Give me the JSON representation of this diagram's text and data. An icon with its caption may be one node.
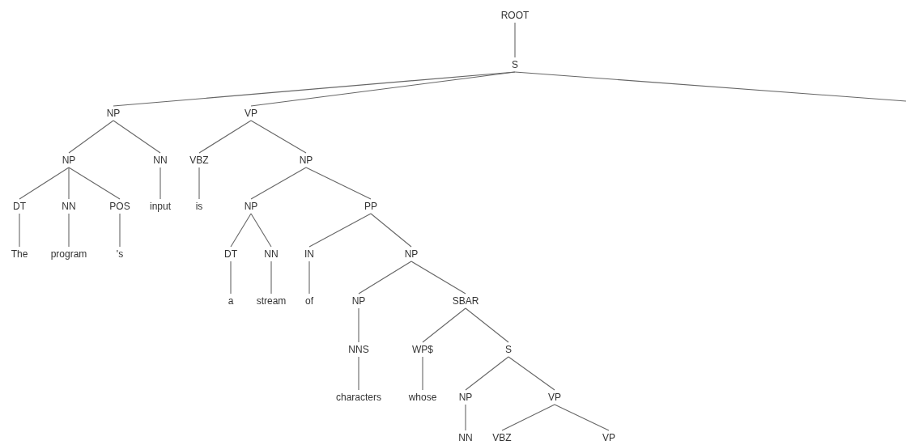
{
  "diagram": {
    "nodes": [
      {
        "text": [
          "ROOT"
        ]
      },
      {
        "text": [
          "S"
        ]
      },
      {
        "text": [
          "NP"
        ]
      },
      {
        "text": [
          "VP"
        ]
      },
      {
        "text": [
          "NP"
        ]
      },
      {
        "text": [
          "NN"
        ]
      },
      {
        "text": [
          "VBZ"
        ]
      },
      {
        "text": [
          "NP"
        ]
      },
      {
        "text": [
          "DT"
        ]
      },
      {
        "text": [
          "NN"
        ]
      },
      {
        "text": [
          "POS"
        ]
      },
      {
        "text": [
          "input"
        ]
      },
      {
        "text": [
          "is"
        ]
      },
      {
        "text": [
          "NP"
        ]
      },
      {
        "text": [
          "PP"
        ]
      },
      {
        "text": [
          "The"
        ]
      },
      {
        "text": [
          "program"
        ]
      },
      {
        "text": [
          "'s"
        ]
      },
      {
        "text": [
          "DT"
        ]
      },
      {
        "text": [
          "NN"
        ]
      },
      {
        "text": [
          "IN"
        ]
      },
      {
        "text": [
          "NP"
        ]
      },
      {
        "text": [
          "a"
        ]
      },
      {
        "text": [
          "stream"
        ]
      },
      {
        "text": [
          "of"
        ]
      },
      {
        "text": [
          "NP"
        ]
      },
      {
        "text": [
          "SBAR"
        ]
      },
      {
        "text": [
          "NNS"
        ]
      },
      {
        "text": [
          "WP$"
        ]
      },
      {
        "text": [
          "S"
        ]
      },
      {
        "text": [
          "characters"
        ]
      },
      {
        "text": [
          "whose"
        ]
      },
      {
        "text": [
          "NP"
        ]
      },
      {
        "text": [
          "VP"
        ]
      },
      {
        "text": [
          "NN"
        ]
      },
      {
        "text": [
          "VBZ"
        ]
      },
      {
        "text": [
          "VP"
        ]
      }
    ],
    "edges": [
      {
        "from": 0,
        "to": 1,
        "arrow": "none"
      },
      {
        "from": 1,
        "to": 2,
        "arrow": "none"
      },
      {
        "from": 1,
        "to": 3,
        "arrow": "none"
      },
      {
        "from": 1,
        "to": null,
        "arrow": "none"
      },
      {
        "from": 2,
        "to": 4,
        "arrow": "none"
      },
      {
        "from": 2,
        "to": 5,
        "arrow": "none"
      },
      {
        "from": 3,
        "to": 6,
        "arrow": "none"
      },
      {
        "from": 3,
        "to": 7,
        "arrow": "none"
      },
      {
        "from": 4,
        "to": 8,
        "arrow": "none"
      },
      {
        "from": 4,
        "to": 9,
        "arrow": "none"
      },
      {
        "from": 4,
        "to": 10,
        "arrow": "none"
      },
      {
        "from": 5,
        "to": 11,
        "arrow": "none"
      },
      {
        "from": 6,
        "to": 12,
        "arrow": "none"
      },
      {
        "from": 7,
        "to": 13,
        "arrow": "none"
      },
      {
        "from": 7,
        "to": 14,
        "arrow": "none"
      },
      {
        "from": 8,
        "to": 15,
        "arrow": "none"
      },
      {
        "from": 9,
        "to": 16,
        "arrow": "none"
      },
      {
        "from": 10,
        "to": 17,
        "arrow": "none"
      },
      {
        "from": 13,
        "to": 18,
        "arrow": "none"
      },
      {
        "from": 13,
        "to": 19,
        "arrow": "none"
      },
      {
        "from": 14,
        "to": 20,
        "arrow": "none"
      },
      {
        "from": 14,
        "to": 21,
        "arrow": "none"
      },
      {
        "from": 18,
        "to": 22,
        "arrow": "none"
      },
      {
        "from": 19,
        "to": 23,
        "arrow": "none"
      },
      {
        "from": 20,
        "to": 24,
        "arrow": "none"
      },
      {
        "from": 21,
        "to": 25,
        "arrow": "none"
      },
      {
        "from": 21,
        "to": 26,
        "arrow": "none"
      },
      {
        "from": 25,
        "to": 27,
        "arrow": "none"
      },
      {
        "from": 26,
        "to": 28,
        "arrow": "none"
      },
      {
        "from": 26,
        "to": 29,
        "arrow": "none"
      },
      {
        "from": 27,
        "to": 30,
        "arrow": "none"
      },
      {
        "from": 28,
        "to": 31,
        "arrow": "none"
      },
      {
        "from": 29,
        "to": 32,
        "arrow": "none"
      },
      {
        "from": 29,
        "to": 33,
        "arrow": "none"
      },
      {
        "from": 32,
        "to": 34,
        "arrow": "none"
      },
      {
        "from": 33,
        "to": 35,
        "arrow": "none"
      },
      {
        "from": 33,
        "to": 36,
        "arrow": "none"
      }
    ]
  }
}
